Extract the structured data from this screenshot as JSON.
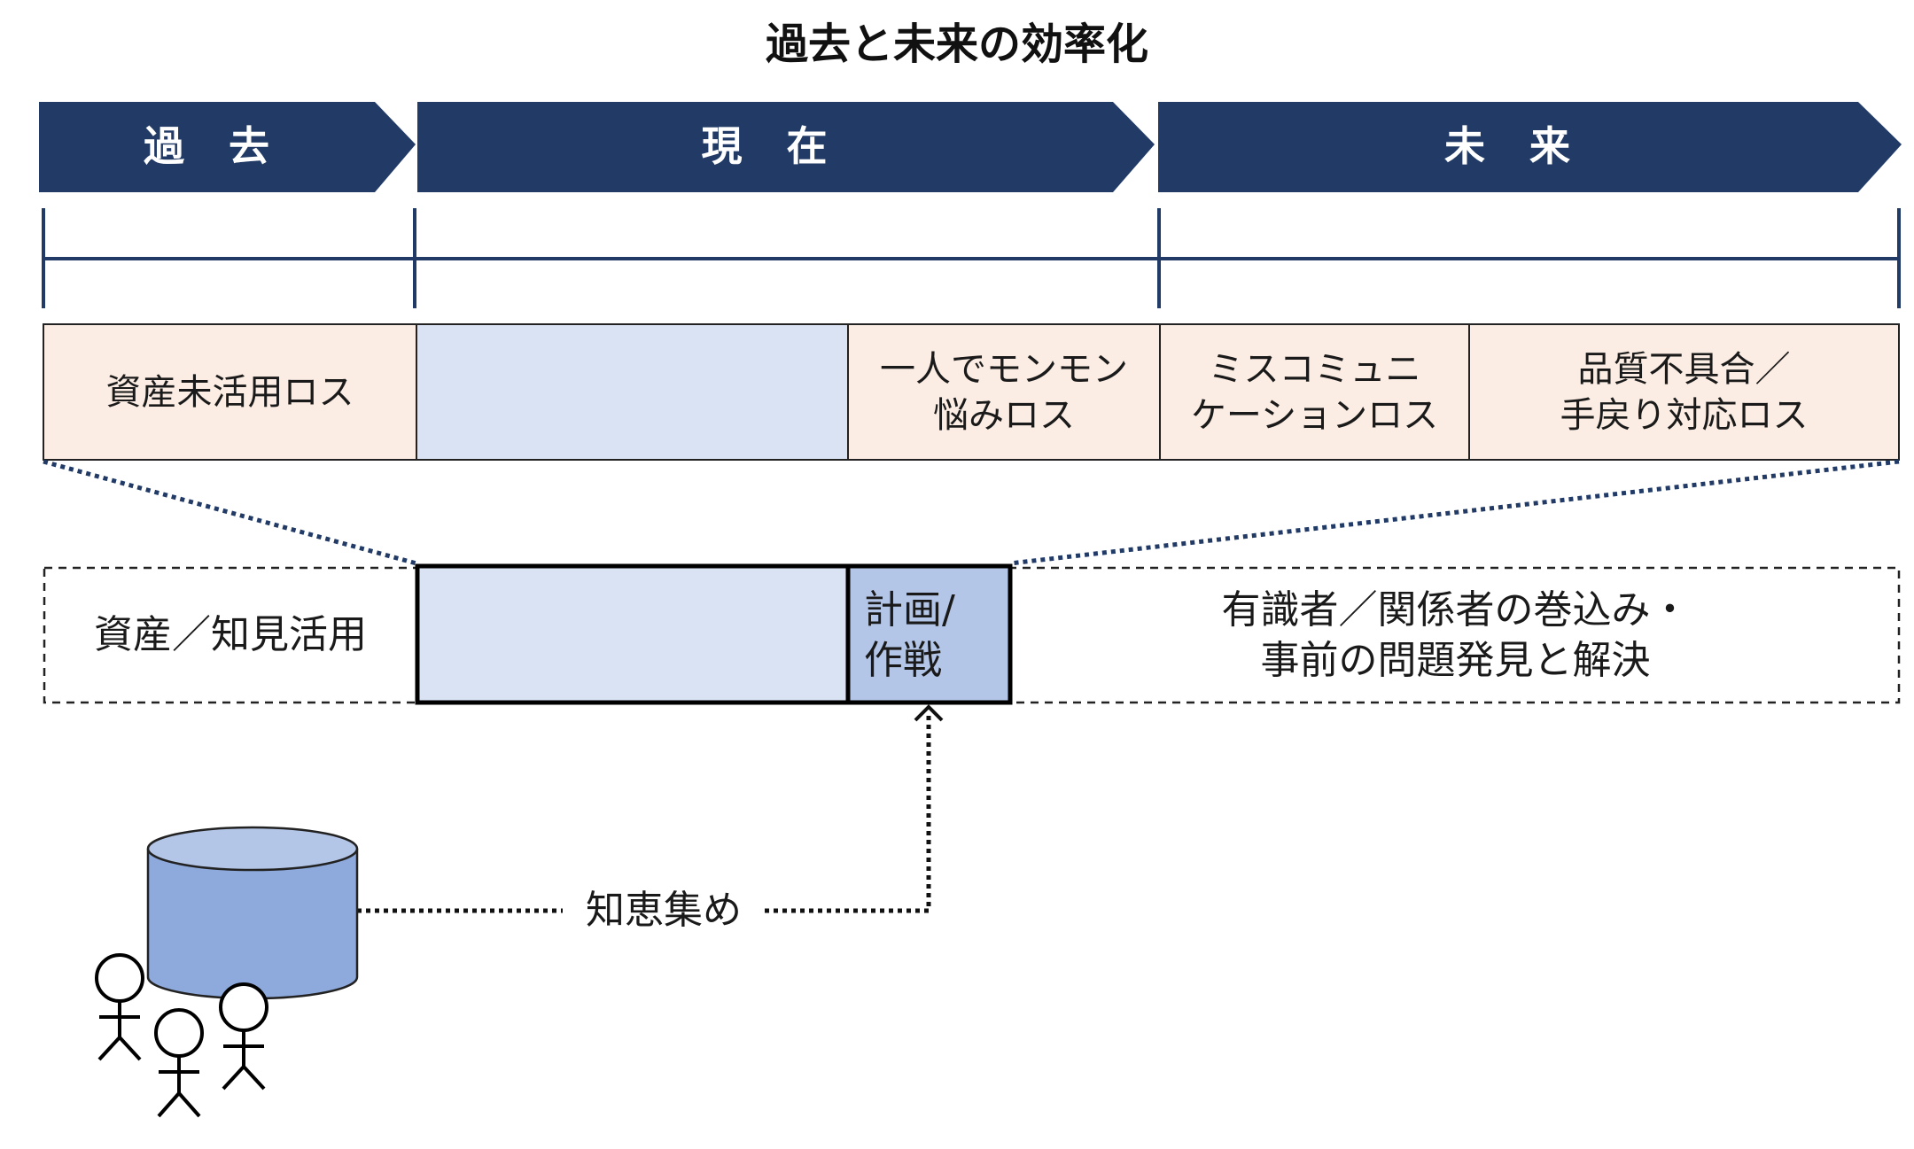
{
  "title": "過去と未来の効率化",
  "colors": {
    "navy": "#213A66",
    "peach": "#FBEDE3",
    "light_blue": "#DAE3F3",
    "mid_blue": "#B4C6E7",
    "cylinder": "#8EAADC"
  },
  "phases": [
    {
      "label": "過　去"
    },
    {
      "label": "現　在"
    },
    {
      "label": "未　来"
    }
  ],
  "loss_row": [
    {
      "text": "資産未活用ロス"
    },
    {
      "text": ""
    },
    {
      "text": "一人でモンモン\n悩みロス"
    },
    {
      "text": "ミスコミュニ\nケーションロス"
    },
    {
      "text": "品質不具合／\n手戻り対応ロス"
    }
  ],
  "lower_row": {
    "left": "資産／知見活用",
    "plan": "計画/\n作戦",
    "right": "有識者／関係者の巻込み・\n事前の問題発見と解決"
  },
  "gather_label": "知恵集め",
  "icons": [
    "database-icon",
    "person-icon"
  ]
}
